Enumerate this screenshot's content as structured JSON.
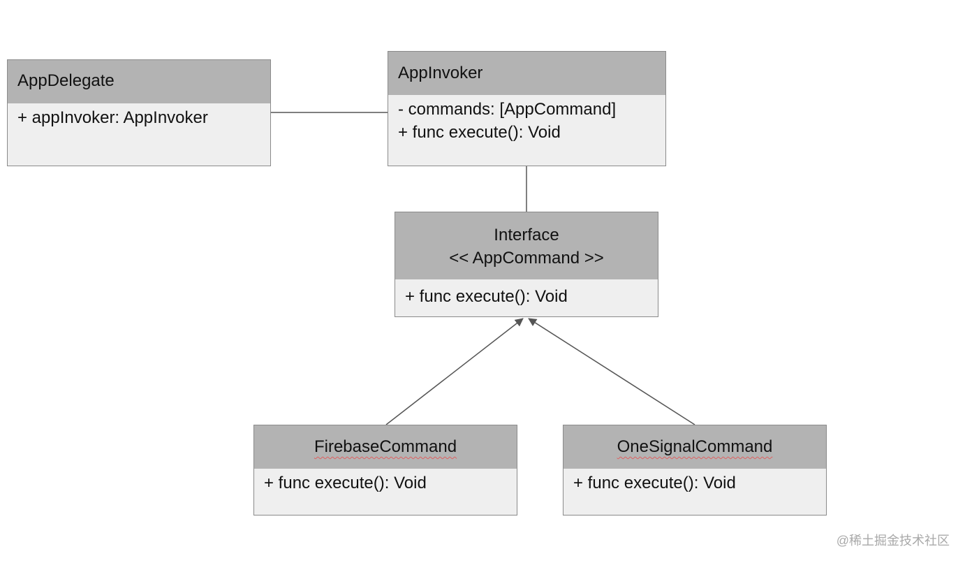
{
  "classes": {
    "app_delegate": {
      "name": "AppDelegate",
      "members": [
        "+ appInvoker: AppInvoker"
      ]
    },
    "app_invoker": {
      "name": "AppInvoker",
      "members": [
        "- commands: [AppCommand]",
        "+ func execute(): Void"
      ]
    },
    "app_command": {
      "stereotype": "Interface",
      "name": "<< AppCommand >>",
      "members": [
        "+ func execute(): Void"
      ]
    },
    "firebase_command": {
      "name": "FirebaseCommand",
      "members": [
        "+ func execute(): Void"
      ]
    },
    "onesignal_command": {
      "name": "OneSignalCommand",
      "members": [
        "+ func execute(): Void"
      ]
    }
  },
  "watermark": "@稀土掘金技术社区",
  "colors": {
    "header": "#b3b3b3",
    "body": "#efefef",
    "border": "#8a8a8a",
    "line": "#555555"
  }
}
